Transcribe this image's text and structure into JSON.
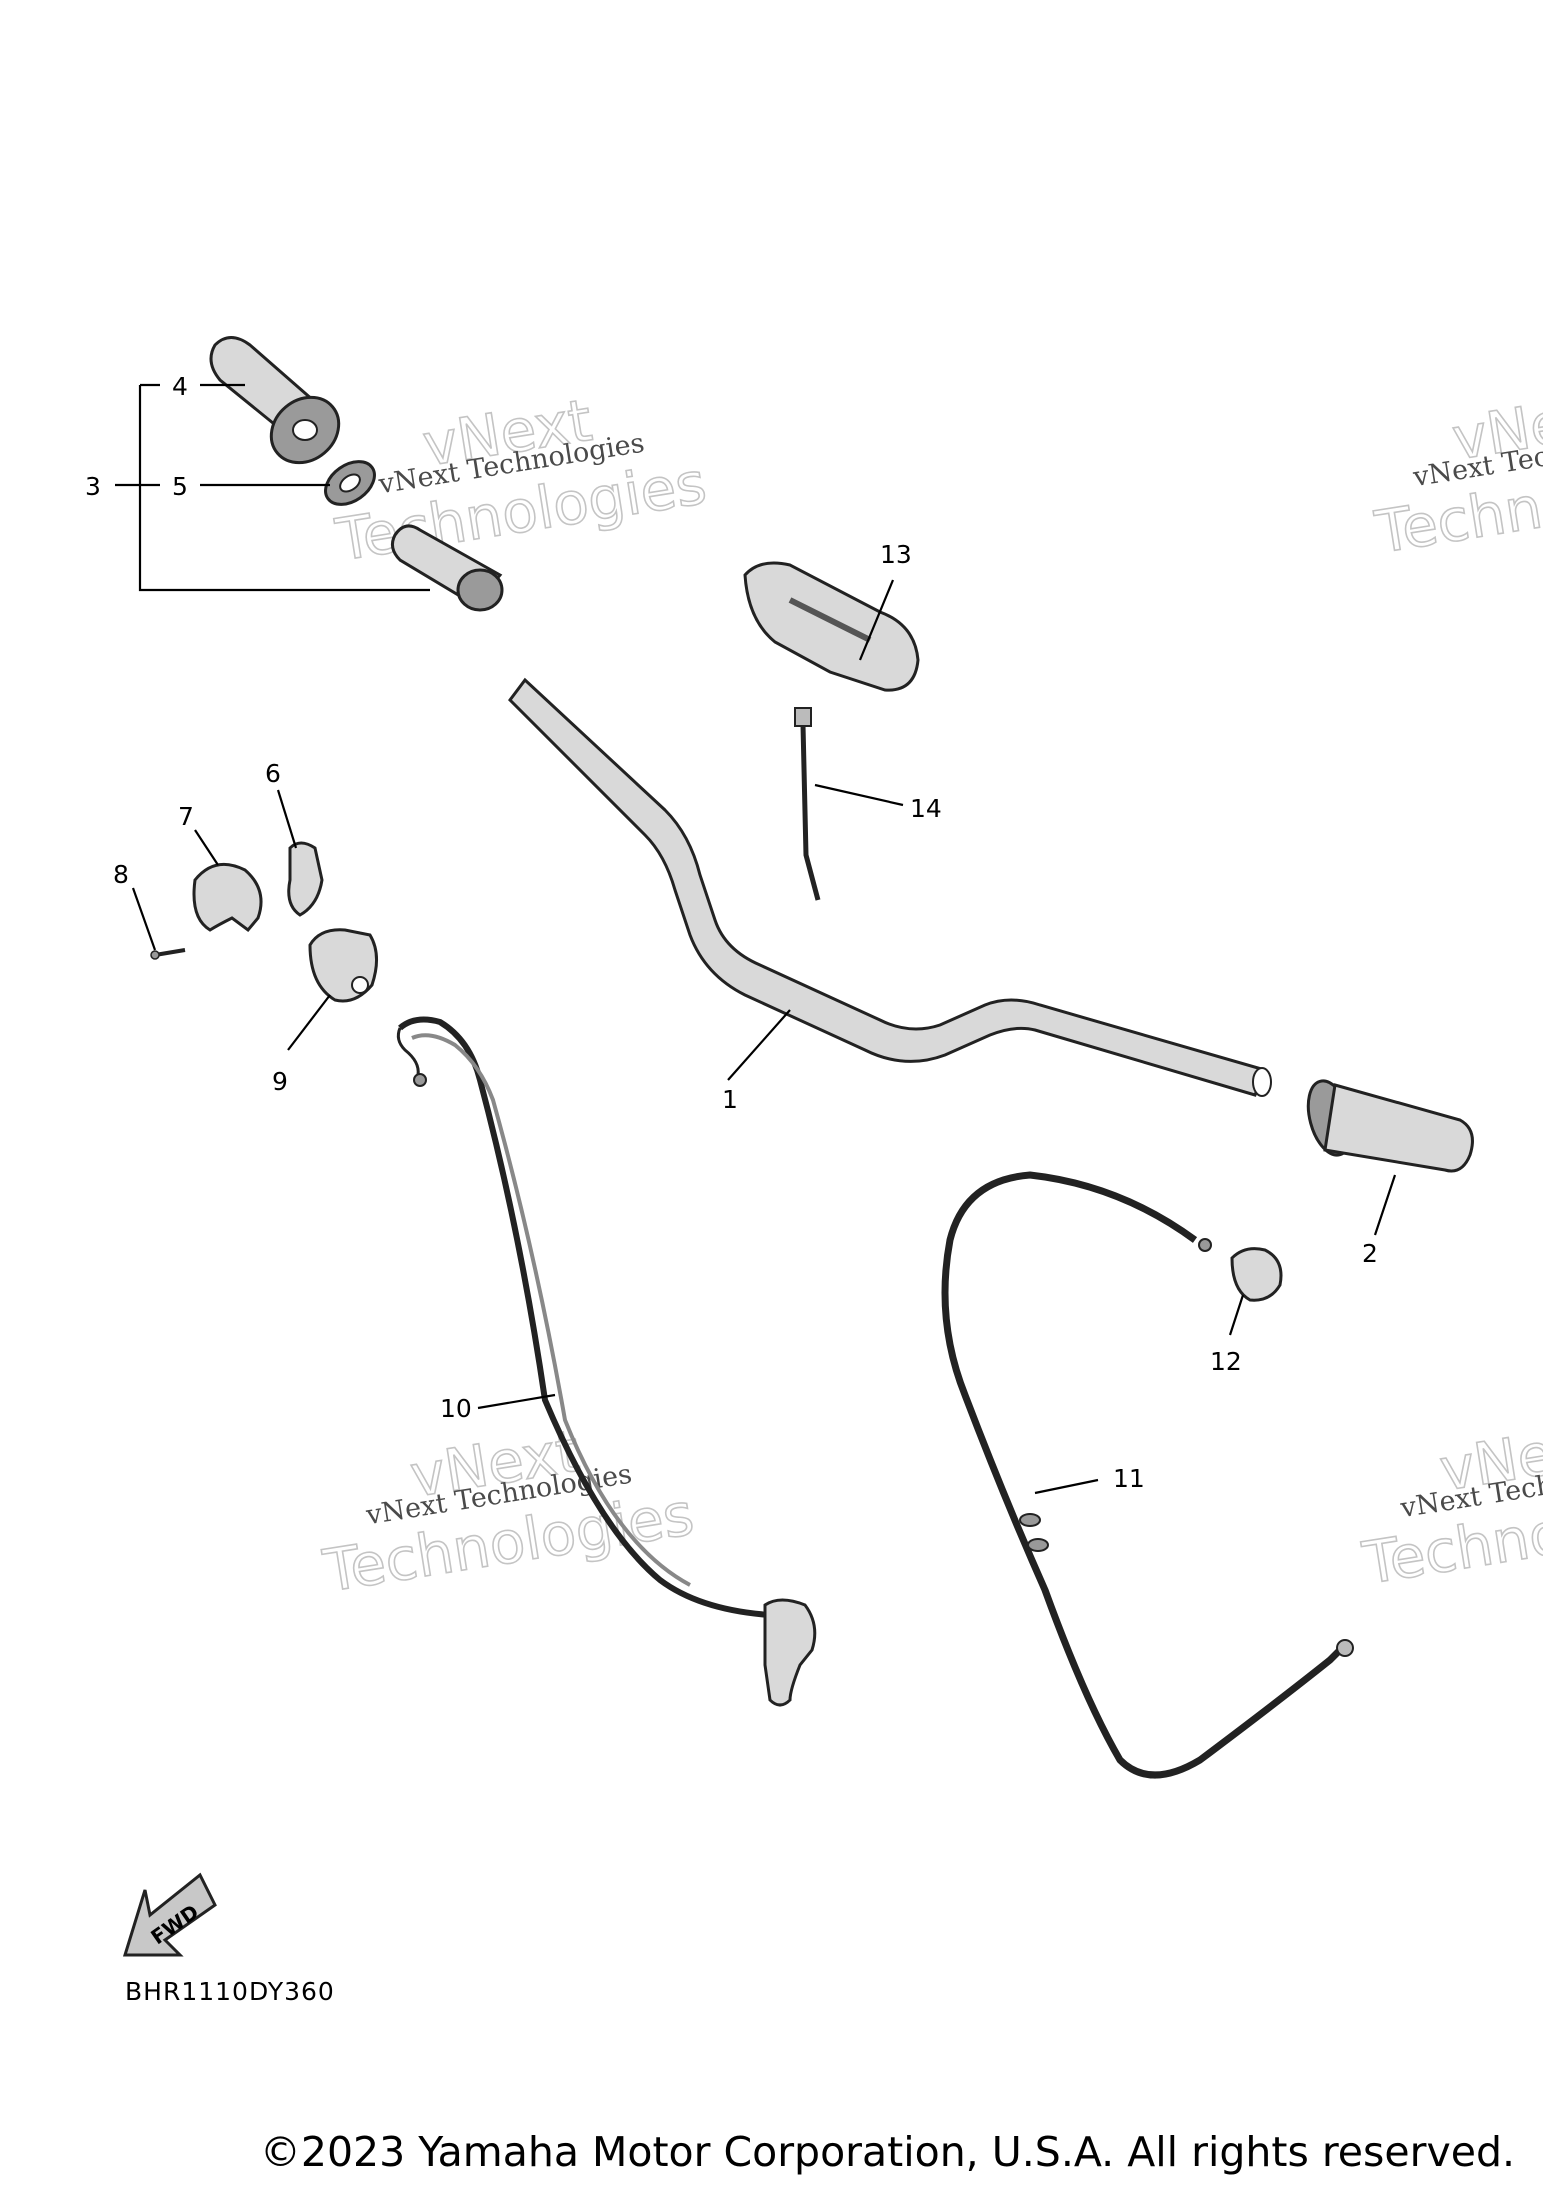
{
  "callouts": {
    "c1": "1",
    "c2": "2",
    "c3": "3",
    "c4": "4",
    "c5": "5",
    "c6": "6",
    "c7": "7",
    "c8": "8",
    "c9": "9",
    "c10": "10",
    "c11": "11",
    "c12": "12",
    "c13": "13",
    "c14": "14"
  },
  "fwd_label": "FWD",
  "diagram_code": "BHR1110DY360",
  "watermark": {
    "line1": "vNext",
    "line2": "Technologies",
    "small": "vNext Technologies"
  },
  "copyright": "©2023 Yamaha Motor Corporation, U.S.A. All rights reserved."
}
